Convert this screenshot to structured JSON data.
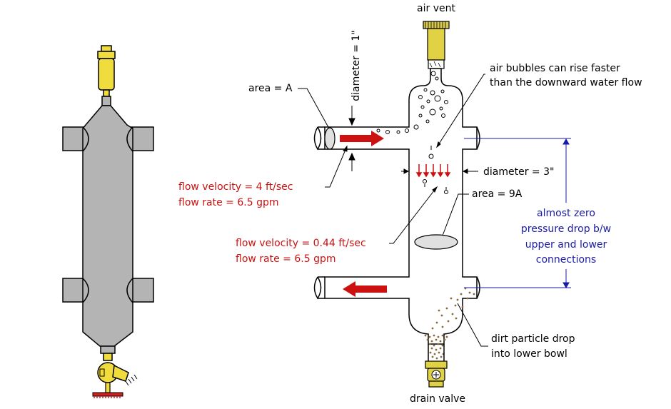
{
  "labels": {
    "air_vent": "air vent",
    "diameter_small": "diameter = 1\"",
    "area_a": "area = A",
    "bubbles_line1": "air bubbles can rise faster",
    "bubbles_line2": "than the downward water flow",
    "diameter_large": "diameter = 3\"",
    "area_9a": "area = 9A",
    "inlet_velocity": "flow velocity = 4 ft/sec",
    "inlet_rate": "flow rate = 6.5 gpm",
    "bowl_velocity": "flow velocity = 0.44 ft/sec",
    "bowl_rate": "flow rate = 6.5 gpm",
    "pressure_line1": "almost zero",
    "pressure_line2": "pressure drop b/w",
    "pressure_line3": "upper and lower",
    "pressure_line4": "connections",
    "dirt_line1": "dirt particle drop",
    "dirt_line2": "into lower bowl",
    "drain_valve": "drain valve"
  },
  "colors": {
    "body_gray": "#b4b4b4",
    "brass_yellow": "#f0dc3c",
    "flow_red": "#cc1111",
    "annotation_blue": "#1a1aa8",
    "dirt_brown": "#8a6a3a",
    "handle_red": "#cc2222"
  }
}
